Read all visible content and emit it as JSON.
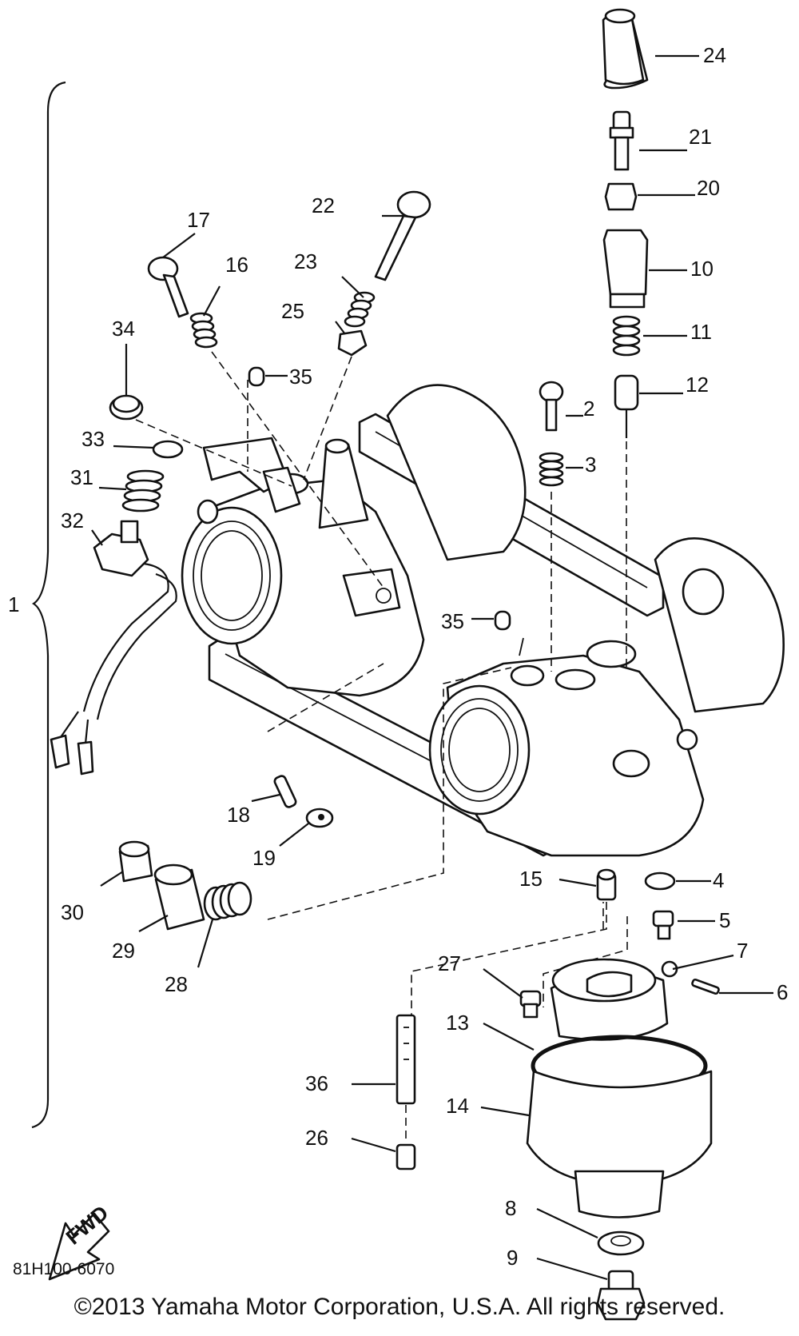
{
  "diagram": {
    "callouts": [
      "1",
      "2",
      "3",
      "4",
      "5",
      "6",
      "7",
      "8",
      "9",
      "10",
      "11",
      "12",
      "13",
      "14",
      "15",
      "16",
      "17",
      "18",
      "19",
      "20",
      "21",
      "22",
      "23",
      "24",
      "25",
      "26",
      "27",
      "28",
      "29",
      "30",
      "31",
      "32",
      "33",
      "34",
      "35",
      "35",
      "36"
    ],
    "fwd_label": "FWD",
    "drawing_code": "81H100-6070"
  },
  "footer": {
    "copyright": "©2013 Yamaha Motor Corporation, U.S.A. All rights reserved."
  }
}
